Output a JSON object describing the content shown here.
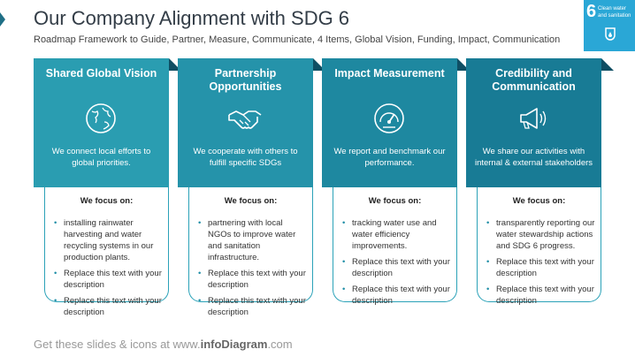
{
  "title": "Our Company Alignment with SDG 6",
  "subtitle": "Roadmap Framework to Guide, Partner, Measure, Communicate, 4 Items, Global Vision, Funding, Impact, Communication",
  "badge": {
    "number": "6",
    "label": "Clean water and sanitation",
    "icon": "water-tap-icon",
    "color": "#2aa7d6"
  },
  "focus_label": "We focus on:",
  "cards": [
    {
      "title": "Shared Global Vision",
      "icon": "globe-icon",
      "color": "#2a9db1",
      "description": "We connect local efforts to global priorities.",
      "bullets": [
        "installing rainwater harvesting and water recycling systems in our production plants.",
        "Replace this text with your description",
        "Replace this text with your description"
      ]
    },
    {
      "title": "Partnership Opportunities",
      "icon": "handshake-icon",
      "color": "#2593aa",
      "description": "We cooperate with others to fulfill specific SDGs",
      "bullets": [
        "partnering with local NGOs to improve water and sanitation infrastructure.",
        "Replace this text with your description",
        "Replace this text with your description"
      ]
    },
    {
      "title": "Impact Measurement",
      "icon": "gauge-icon",
      "color": "#1e88a0",
      "description": "We report and benchmark our performance.",
      "bullets": [
        "tracking water use and water efficiency improvements.",
        "Replace this text with your description",
        "Replace this text with your description"
      ]
    },
    {
      "title": "Credibility and Communication",
      "icon": "megaphone-icon",
      "color": "#187b95",
      "description": "We share our activities with internal & external stakeholders",
      "bullets": [
        "transparently reporting our water stewardship actions and SDG 6 progress.",
        "Replace this text with your description",
        "Replace this text with your description"
      ]
    }
  ],
  "footer": {
    "prefix": "Get these slides & icons at www.",
    "brand": "infoDiagram",
    "suffix": ".com"
  }
}
